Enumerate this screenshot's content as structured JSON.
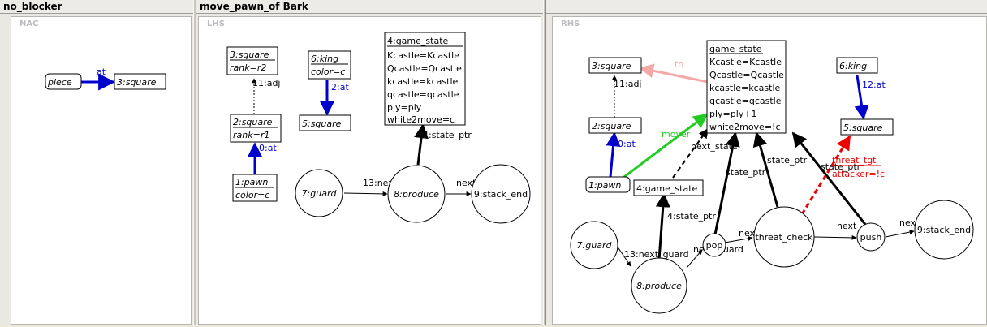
{
  "panels": {
    "nac_window_title": "no_blocker",
    "nac_group_label": "NAC",
    "rule_window_title": "move_pawn_of Bark",
    "lhs_group_label": "LHS",
    "rhs_group_label": "RHS"
  },
  "nac": {
    "piece_node": "piece",
    "square_node": "3:square",
    "edge_at": "at"
  },
  "lhs": {
    "square3": [
      "3:square",
      "rank=r2"
    ],
    "king6": [
      "6:king",
      "color=c"
    ],
    "square2": [
      "2:square",
      "rank=r1"
    ],
    "square5": "5:square",
    "pawn1": [
      "1:pawn",
      "color=c"
    ],
    "game_state": [
      "4:game_state",
      "Kcastle=Kcastle",
      "Qcastle=Qcastle",
      "kcastle=kcastle",
      "qcastle=qcastle",
      "ply=ply",
      "white2move=c"
    ],
    "guard7": "7:guard",
    "produce8": "8:produce",
    "stack_end9": "9:stack_end",
    "edge_adj": "11:adj",
    "edge_at0": "0:at",
    "edge_at2": "2:at",
    "edge_state_ptr": "4:state_ptr",
    "edge_next13": "13:next",
    "edge_next": "next"
  },
  "rhs": {
    "square3": "3:square",
    "king6": "6:king",
    "square2": "2:square",
    "square5": "5:square",
    "pawn1": "1:pawn",
    "game_state_old": "4:game_state",
    "game_state_new": [
      "game_state",
      "Kcastle=Kcastle",
      "Qcastle=Qcastle",
      "kcastle=kcastle",
      "qcastle=qcastle",
      "ply=ply+1",
      "white2move=!c"
    ],
    "guard7": "7:guard",
    "produce8": "8:produce",
    "pop": "pop",
    "threat_check": "threat_check",
    "push": "push",
    "stack_end9": "9:stack_end",
    "edge_to": "to",
    "edge_adj": "11:adj",
    "edge_at0": "0:at",
    "edge_at12": "12:at",
    "edge_mover": "mover",
    "edge_next_state": "next_state",
    "edge_state_ptr4": "4:state_ptr",
    "edge_state_ptr": "state_ptr",
    "edge_next13_guard": "13:next_guard",
    "edge_next_guard_a": "next_guard",
    "edge_next_guard_b": "next_guard",
    "edge_next_a": "next",
    "edge_next_b": "next",
    "threat_tgt": "threat_tgt",
    "attacker": "attacker=!c"
  },
  "colors": {
    "blue_edge": "#0000cc",
    "green_edge": "#22cc22",
    "pink_edge": "#f4a9a9",
    "red_edge": "#ee0000",
    "black_edge": "#000000"
  }
}
